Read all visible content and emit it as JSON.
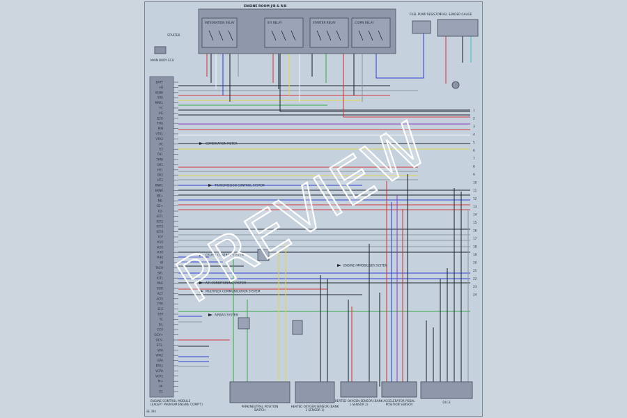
{
  "watermark": {
    "text": "PREVIEW"
  },
  "page_ref": "SE 394",
  "colors": {
    "background": "#cdd6df",
    "sheet": "#c5d1dc",
    "connector": "#8a93a6",
    "wire_red": "#d8383a",
    "wire_yellow": "#e1d64a",
    "wire_blue": "#2f3fd8",
    "wire_purple": "#8a3fc4",
    "wire_green": "#3aa84a",
    "wire_black": "#1e2430",
    "wire_white": "#eef2f5",
    "wire_cyan": "#3ac6c0",
    "wire_gray": "#8c96a0",
    "watermark_stroke": "#ffffff"
  },
  "ecm": {
    "name": "ENGINE CONTROL MODULE (EXCEPT PREMIUM ENGINE COMP'T)",
    "pins": [
      "BATT",
      "+B",
      "IGSW",
      "STA",
      "MREL",
      "FC",
      "VG",
      "E2G",
      "THA",
      "PIM",
      "VTA1",
      "VTA2",
      "VC",
      "E2",
      "TH1",
      "THW",
      "OX1",
      "HT1",
      "OX2",
      "HT2",
      "KNK1",
      "EKNK",
      "NE+",
      "NE-",
      "G2+",
      "G2-",
      "IGT1",
      "IGT2",
      "IGT3",
      "IGT4",
      "IGF",
      "#10",
      "#20",
      "#30",
      "#40",
      "W",
      "TACH",
      "SP1",
      "IGTL",
      "PRG",
      "EGR",
      "ACT",
      "ACIS",
      "FPR",
      "ELS",
      "STP",
      "TC",
      "SIL",
      "CCV",
      "OCV+",
      "OCV-",
      "ST1-",
      "VPA",
      "VPA2",
      "EPA",
      "EPA2",
      "VCPA",
      "VCP2",
      "M+",
      "M-",
      "E1"
    ]
  },
  "relays": [
    {
      "name": "INTEGRATION RELAY"
    },
    {
      "name": "EFI RELAY"
    },
    {
      "name": "STARTER RELAY"
    },
    {
      "name": "C/OPN RELAY"
    }
  ],
  "top_labels": {
    "fusebox": "ENGINE ROOM J/B & R/B",
    "fuel_pump": "FUEL PUMP RESISTOR",
    "fuel_sender": "FUEL SENDER GAUGE"
  },
  "left_labels": {
    "starter": "STARTER",
    "main_body": "MAIN BODY ECU"
  },
  "callouts": [
    "COMBINATION METER",
    "TRANSMISSION CONTROL SYSTEM",
    "CRUISE CONTROL SYSTEM",
    "ENGINE IMMOBILISER SYSTEM",
    "AIR CONDITIONING SYSTEM",
    "MULTIPLEX COMMUNICATION SYSTEM",
    "AIRBAG SYSTEM"
  ],
  "bottom_components": [
    "PARK/NEUTRAL POSITION SWITCH",
    "HEATED OXYGEN SENSOR (BANK 1 SENSOR 1)",
    "HEATED OXYGEN SENSOR (BANK 1 SENSOR 2)",
    "ACCELERATOR PEDAL POSITION SENSOR",
    "DLC3"
  ],
  "right_terminals": [
    "1",
    "2",
    "3",
    "4",
    "5",
    "6",
    "7",
    "8",
    "9",
    "10",
    "11",
    "12",
    "13",
    "14",
    "15",
    "16",
    "17",
    "18",
    "19",
    "20",
    "21",
    "22",
    "23",
    "24"
  ]
}
